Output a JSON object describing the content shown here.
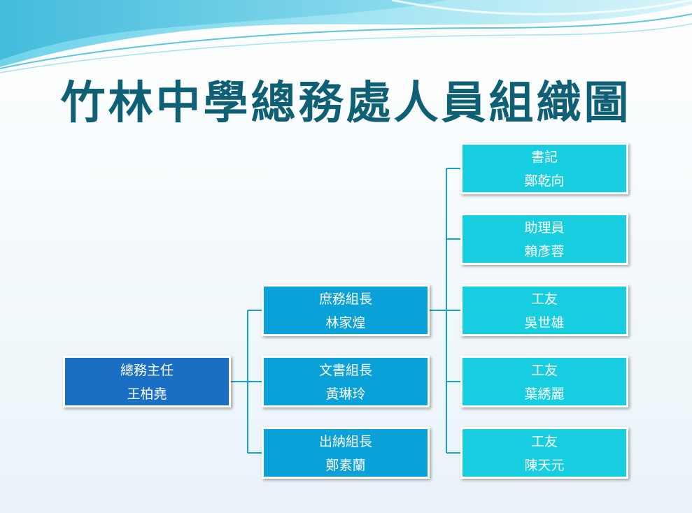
{
  "title": "竹林中學總務處人員組織圖",
  "colors": {
    "title": "#0f5f75",
    "director_box": "#1a6fc4",
    "manager_box": "#0aa0d8",
    "staff_box": "#17cde0",
    "connector": "#1a9ed8"
  },
  "director": {
    "role": "總務主任",
    "name": "王柏堯"
  },
  "managers": [
    {
      "role": "庶務組長",
      "name": "林家煌"
    },
    {
      "role": "文書組長",
      "name": "黃琳玲"
    },
    {
      "role": "出納組長",
      "name": "鄭素蘭"
    }
  ],
  "staff": [
    {
      "role": "書記",
      "name": "鄭乾向"
    },
    {
      "role": "助理員",
      "name": "賴彥蓉"
    },
    {
      "role": "工友",
      "name": "吳世雄"
    },
    {
      "role": "工友",
      "name": "葉綉麗"
    },
    {
      "role": "工友",
      "name": "陳天元"
    }
  ]
}
